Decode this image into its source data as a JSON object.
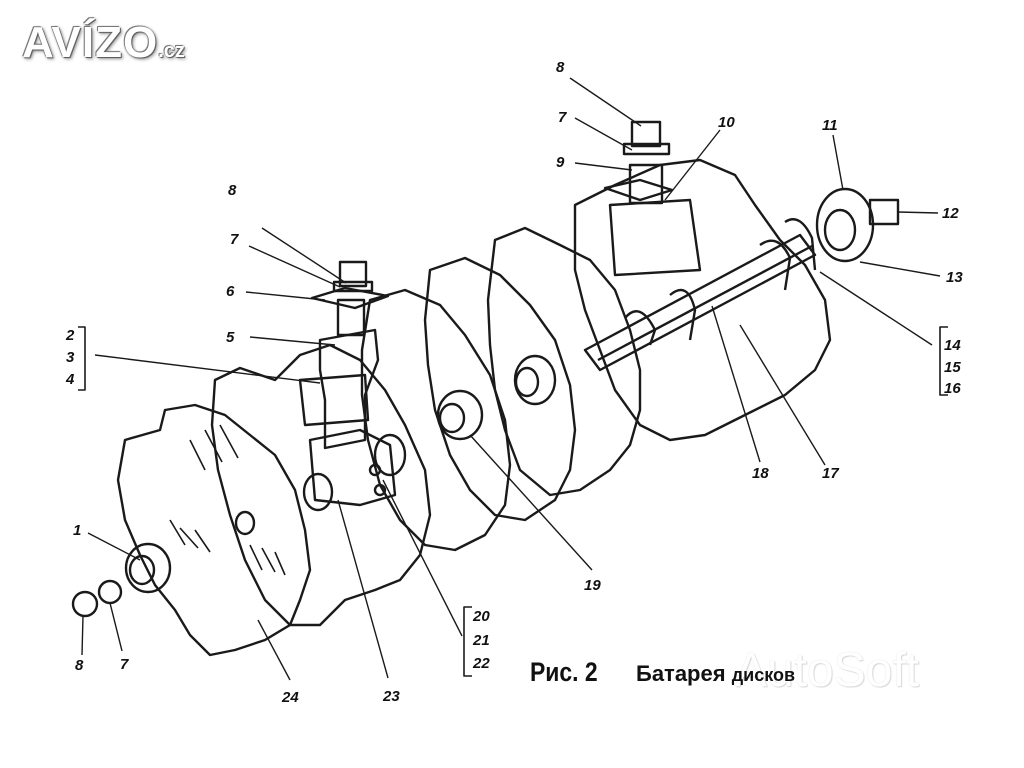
{
  "site_logo": {
    "name": "AVÍZO",
    "tld": ".cz"
  },
  "watermark": "AutoSoft",
  "caption": {
    "figure": "Рис. 2",
    "title_main": "Батарея",
    "title_small": "дисков"
  },
  "part_labels": {
    "l1": "1",
    "l2": "2",
    "l3": "3",
    "l4": "4",
    "l5": "5",
    "l6": "6",
    "l7a": "7",
    "l7b": "7",
    "l7c": "7",
    "l8a": "8",
    "l8b": "8",
    "l8c": "8",
    "l9": "9",
    "l10": "10",
    "l11": "11",
    "l12": "12",
    "l13": "13",
    "l14": "14",
    "l15": "15",
    "l16": "16",
    "l17": "17",
    "l18": "18",
    "l19": "19",
    "l20": "20",
    "l21": "21",
    "l22": "22",
    "l23": "23",
    "l24": "24"
  }
}
